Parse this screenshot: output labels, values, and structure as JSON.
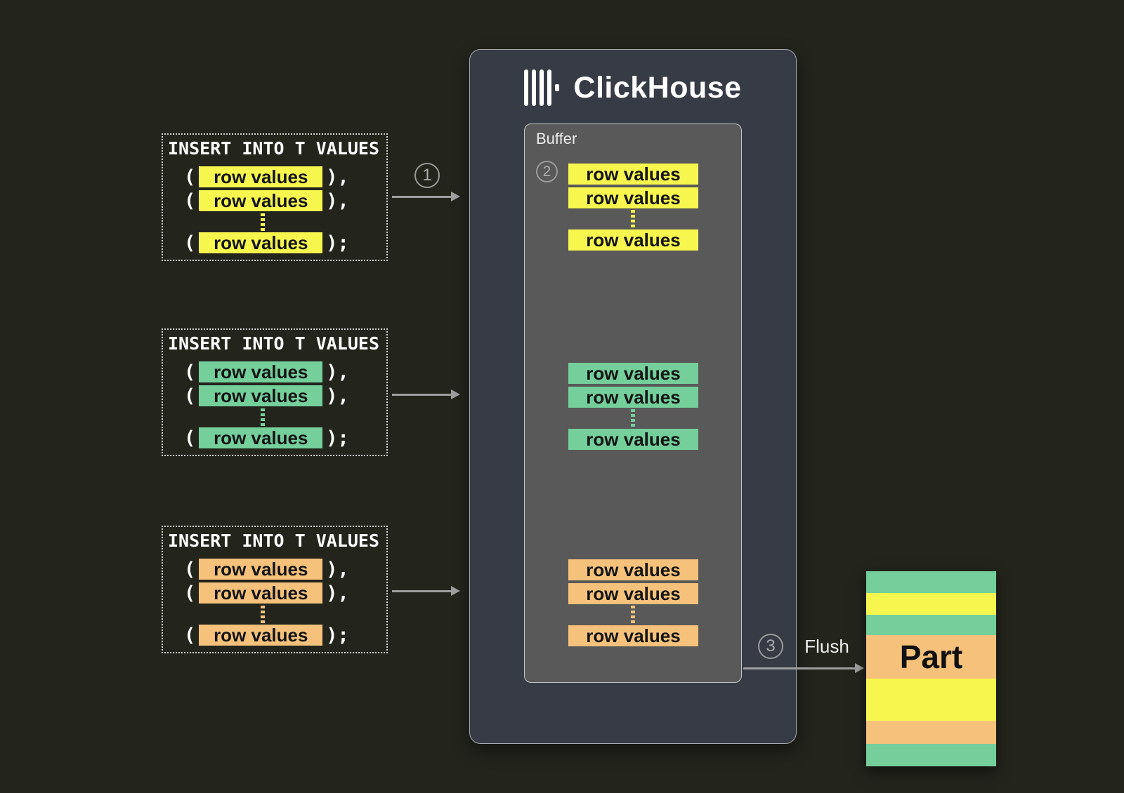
{
  "colors": {
    "background": "#23241c",
    "yellow": "#f7f64f",
    "green": "#74cf9b",
    "orange": "#f6c27b",
    "arrow_gray": "#9f9f9f",
    "clickhouse_panel": "#363b46",
    "buffer_panel": "#595959"
  },
  "steps": [
    {
      "label": "1"
    },
    {
      "label": "2"
    },
    {
      "label": "3"
    }
  ],
  "insert_blocks": [
    {
      "title": "INSERT INTO T VALUES",
      "color": "#f7f64f",
      "rows": [
        {
          "open": "(",
          "label": "row values",
          "close": "),"
        },
        {
          "open": "(",
          "label": "row values",
          "close": "),"
        },
        {
          "open": "(",
          "label": "row values",
          "close": ");"
        }
      ]
    },
    {
      "title": "INSERT INTO T VALUES",
      "color": "#74cf9b",
      "rows": [
        {
          "open": "(",
          "label": "row values",
          "close": "),"
        },
        {
          "open": "(",
          "label": "row values",
          "close": "),"
        },
        {
          "open": "(",
          "label": "row values",
          "close": ");"
        }
      ]
    },
    {
      "title": "INSERT INTO T VALUES",
      "color": "#f6c27b",
      "rows": [
        {
          "open": "(",
          "label": "row values",
          "close": "),"
        },
        {
          "open": "(",
          "label": "row values",
          "close": "),"
        },
        {
          "open": "(",
          "label": "row values",
          "close": ");"
        }
      ]
    }
  ],
  "server": {
    "title": "ClickHouse",
    "buffer": {
      "label": "Buffer",
      "groups": [
        {
          "color": "#f7f64f",
          "rows": [
            "row values",
            "row values",
            "row values"
          ]
        },
        {
          "color": "#74cf9b",
          "rows": [
            "row values",
            "row values",
            "row values"
          ]
        },
        {
          "color": "#f6c27b",
          "rows": [
            "row values",
            "row values",
            "row values"
          ]
        }
      ]
    }
  },
  "flush": {
    "label": "Flush"
  },
  "part": {
    "label": "Part",
    "stripes": [
      {
        "color": "#74cf9b"
      },
      {
        "color": "#f7f64f"
      },
      {
        "color": "#74cf9b"
      },
      {
        "color": "#f6c27b"
      },
      {
        "color": "#f7f64f"
      },
      {
        "color": "#f6c27b"
      },
      {
        "color": "#74cf9b"
      }
    ]
  }
}
